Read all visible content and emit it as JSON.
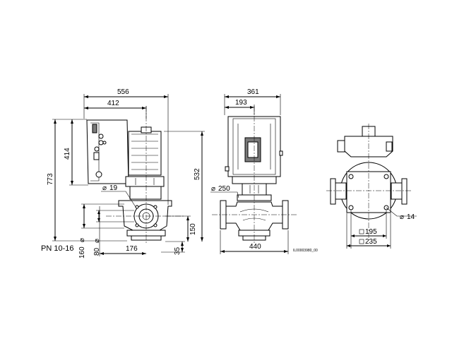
{
  "drawing": {
    "side_view": {
      "dim_overall_width": "556",
      "dim_motor_width": "412",
      "dim_head_height": "414",
      "dim_total_height": "773",
      "dim_height_to_port": "532",
      "dim_port_center_height": "150",
      "dim_foot_height": "35",
      "dim_foot_offset": "176",
      "dim_hole_diameter": "19",
      "dim_flange_outer": "160",
      "dim_flange_inner": "80",
      "pressure_rating": "PN 10-16"
    },
    "front_view": {
      "dim_head_width": "361",
      "dim_head_offset": "193",
      "dim_shaft_diameter": "250",
      "dim_port_to_port": "440"
    },
    "top_view": {
      "dim_bolt_hole": "14",
      "dim_square_inner": "195",
      "dim_square_outer": "235"
    },
    "drawing_code": "IL00003980_00"
  }
}
